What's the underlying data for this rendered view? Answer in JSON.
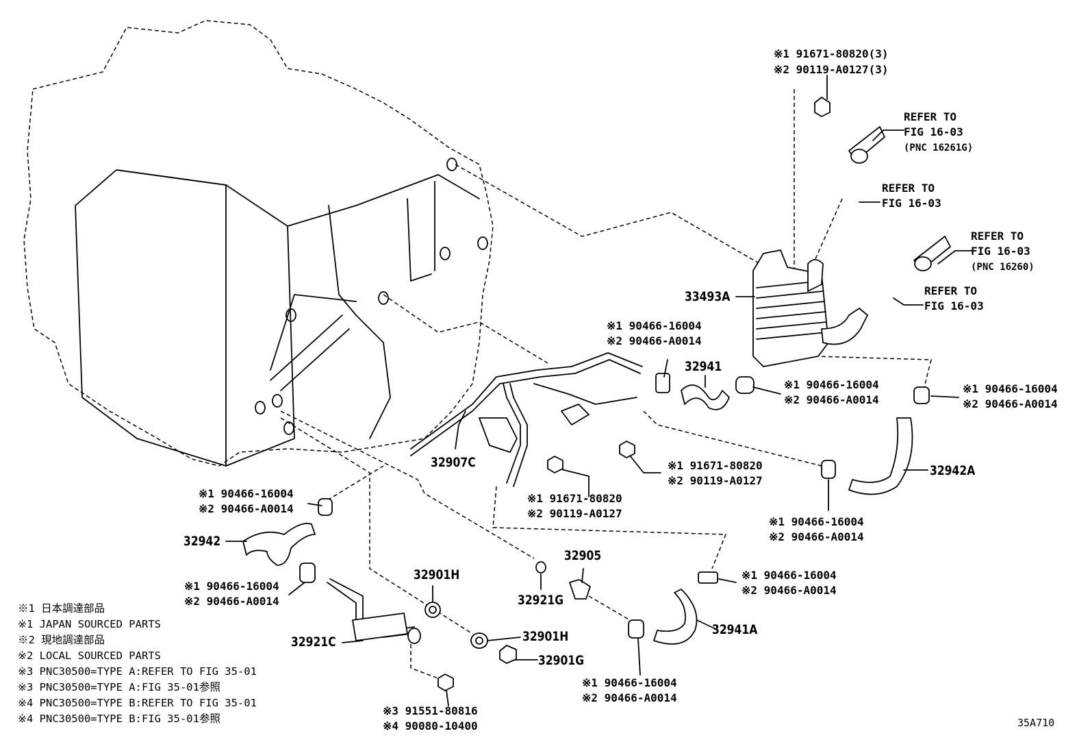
{
  "diagram_code": "35A710",
  "legend": [
    "※1 日本調達部品",
    "※1 JAPAN SOURCED PARTS",
    "※2 現地調達部品",
    "※2 LOCAL SOURCED PARTS",
    "※3 PNC30500=TYPE A:REFER TO FIG 35-01",
    "※3 PNC30500=TYPE A:FIG 35-01参照",
    "※4 PNC30500=TYPE B:REFER TO FIG 35-01",
    "※4 PNC30500=TYPE B:FIG 35-01参照"
  ],
  "parts": {
    "p33493A": "33493A",
    "p32941": "32941",
    "p32942A": "32942A",
    "p32907C": "32907C",
    "p32942": "32942",
    "p32905": "32905",
    "p32901H_top": "32901H",
    "p32901H_right": "32901H",
    "p32901G": "32901G",
    "p32921G": "32921G",
    "p32921C": "32921C",
    "p32941A": "32941A"
  },
  "callouts": {
    "bolt_top_1": "※1 91671-80820(3)",
    "bolt_top_2": "※2 90119-A0127(3)",
    "refer1_a": "REFER TO",
    "refer1_b": "FIG 16-03",
    "refer1_c": "(PNC 16261G)",
    "refer2_a": "REFER TO",
    "refer2_b": "FIG 16-03",
    "refer3_a": "REFER TO",
    "refer3_b": "FIG 16-03",
    "refer3_c": "(PNC 16260)",
    "refer4_a": "REFER TO",
    "refer4_b": "FIG 16-03",
    "clip_a1": "※1 90466-16004",
    "clip_a2": "※2 90466-A0014",
    "clip_b1": "※1 90466-16004",
    "clip_b2": "※2 90466-A0014",
    "clip_c1": "※1 90466-16004",
    "clip_c2": "※2 90466-A0014",
    "bolt_mid_1": "※1 91671-80820",
    "bolt_mid_2": "※2 90119-A0127",
    "bolt_low_1": "※1 91671-80820",
    "bolt_low_2": "※2 90119-A0127",
    "clip_d1": "※1 90466-16004",
    "clip_d2": "※2 90466-A0014",
    "clip_e1": "※1 90466-16004",
    "clip_e2": "※2 90466-A0014",
    "clip_f1": "※1 90466-16004",
    "clip_f2": "※2 90466-A0014",
    "clip_g1": "※1 90466-16004",
    "clip_g2": "※2 90466-A0014",
    "clip_h1": "※1 90466-16004",
    "clip_h2": "※2 90466-A0014",
    "bolt_bot_1": "※3 91551-80816",
    "bolt_bot_2": "※4 90080-10400"
  }
}
